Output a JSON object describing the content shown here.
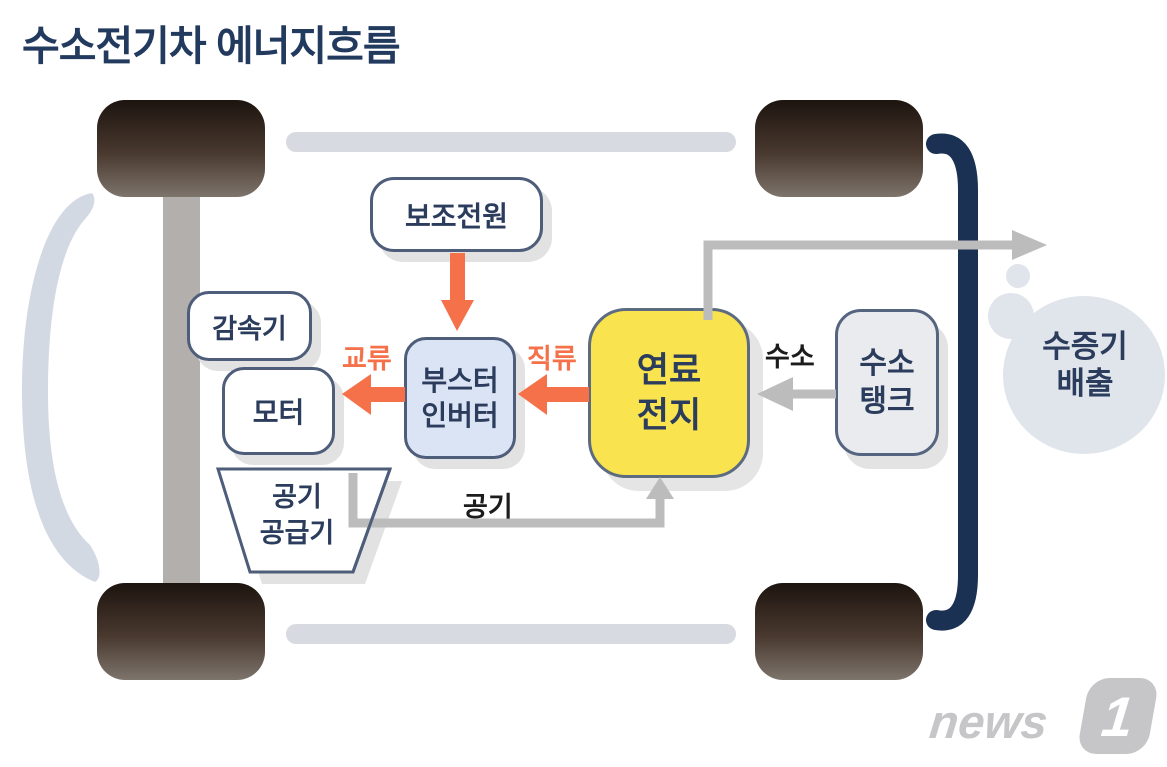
{
  "title": "수소전기차 에너지흐름",
  "nodes": {
    "aux_power": "보조전원",
    "reducer": "감속기",
    "motor": "모터",
    "booster_inverter": "부스터\n인버터",
    "fuel_cell": "연료\n전지",
    "hydrogen_tank": "수소\n탱크",
    "air_supplier": "공기\n공급기",
    "vapor_out": "수증기\n배출"
  },
  "flow_labels": {
    "ac": "교류",
    "dc": "직류",
    "hydrogen": "수소",
    "air": "공기"
  },
  "logo": {
    "name": "news1",
    "text": "news",
    "badge": "1"
  },
  "colors": {
    "title_navy": "#233a5f",
    "bracket_navy": "#1b3153",
    "box_border": "#4d5d7a",
    "box_text": "#2b3c5c",
    "orange_flow": "#f4714a",
    "fuel_cell_fill": "#f9e34f",
    "inverter_fill": "#dbe4f5",
    "tank_fill": "#e9ebee",
    "cloud_fill": "#e0e4eb",
    "pipe_gray": "#bcbcbc",
    "chassis_gray": "#d7dae0",
    "logo_gray": "#c6c6c8"
  }
}
